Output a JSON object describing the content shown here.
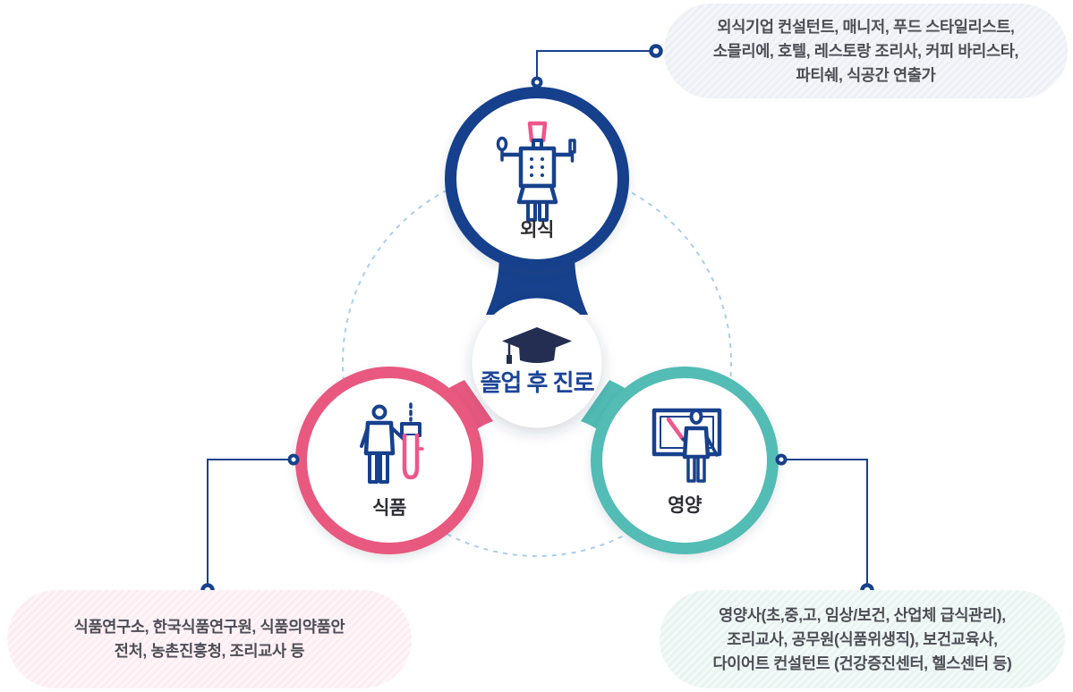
{
  "center": {
    "label": "졸업 후 진로",
    "icon": "graduation-cap-icon"
  },
  "nodes": [
    {
      "id": "dining",
      "label": "외식",
      "icon": "chef-icon",
      "color": "#17418c"
    },
    {
      "id": "food",
      "label": "식품",
      "icon": "test-tube-icon",
      "color": "#e8597f"
    },
    {
      "id": "nutrition",
      "label": "영양",
      "icon": "teacher-board-icon",
      "color": "#52bcb5"
    }
  ],
  "callouts": {
    "dining": {
      "lines": [
        "외식기업 컨설턴트, 매니저, 푸드 스타일리스트,",
        "소믈리에, 호텔, 레스토랑 조리사, 커피 바리스타,",
        "파티쉐, 식공간 연출가"
      ]
    },
    "food": {
      "lines": [
        "식품연구소, 한국식품연구원, 식품의약품안",
        "전처, 농촌진흥청, 조리교사 등"
      ]
    },
    "nutrition": {
      "lines": [
        "영양사(초,중,고, 임상/보건, 산업체 급식관리),",
        "조리교사, 공무원(식품위생직), 보건교육사,",
        "다이어트 컨설턴트 (건강증진센터, 헬스센터 등)"
      ]
    }
  },
  "colors": {
    "navy": "#17418c",
    "pink": "#e8597f",
    "teal": "#52bcb5",
    "accent_pink": "#f0558b",
    "cap_dark_navy": "#232e52",
    "center_title_text": "#1b4598",
    "label_text": "#2d2d35",
    "bubble_text": "#4d4d56",
    "dashed_guide": "#a9cdf0",
    "bubble_dining_bg": "#eceff5",
    "bubble_food_bg": "#fdecf2",
    "bubble_nutrition_bg": "#e9f4f2"
  }
}
